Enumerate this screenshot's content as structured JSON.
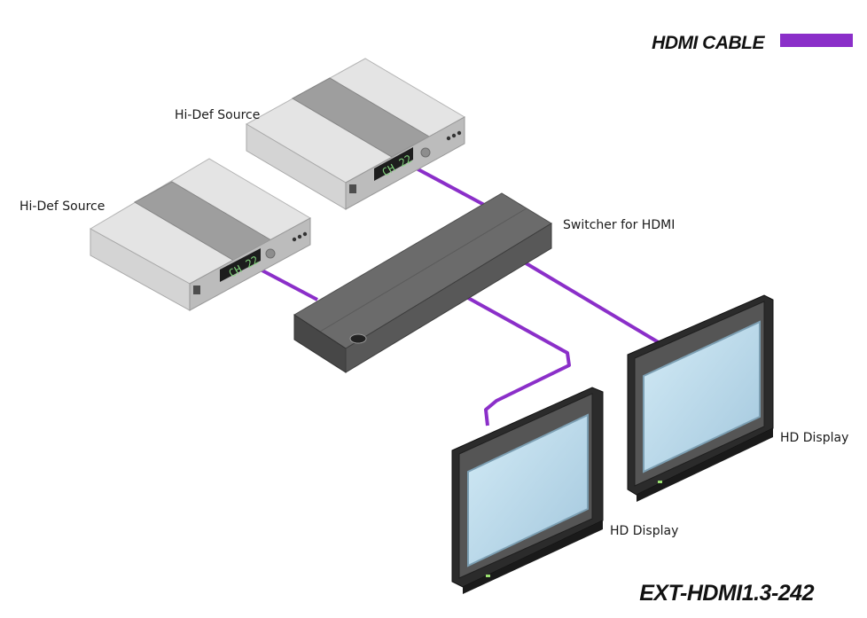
{
  "legend": {
    "label": "HDMI CABLE",
    "cable_color": "#8b2fc9"
  },
  "model": "EXT-HDMI1.3-242",
  "devices": {
    "source_1": {
      "label": "Hi-Def Source",
      "display_readout": "CH 22"
    },
    "source_2": {
      "label": "Hi-Def Source",
      "display_readout": "CH 22"
    },
    "switcher": {
      "label": "Switcher for HDMI"
    },
    "display_1": {
      "label": "HD Display"
    },
    "display_2": {
      "label": "HD Display"
    }
  }
}
